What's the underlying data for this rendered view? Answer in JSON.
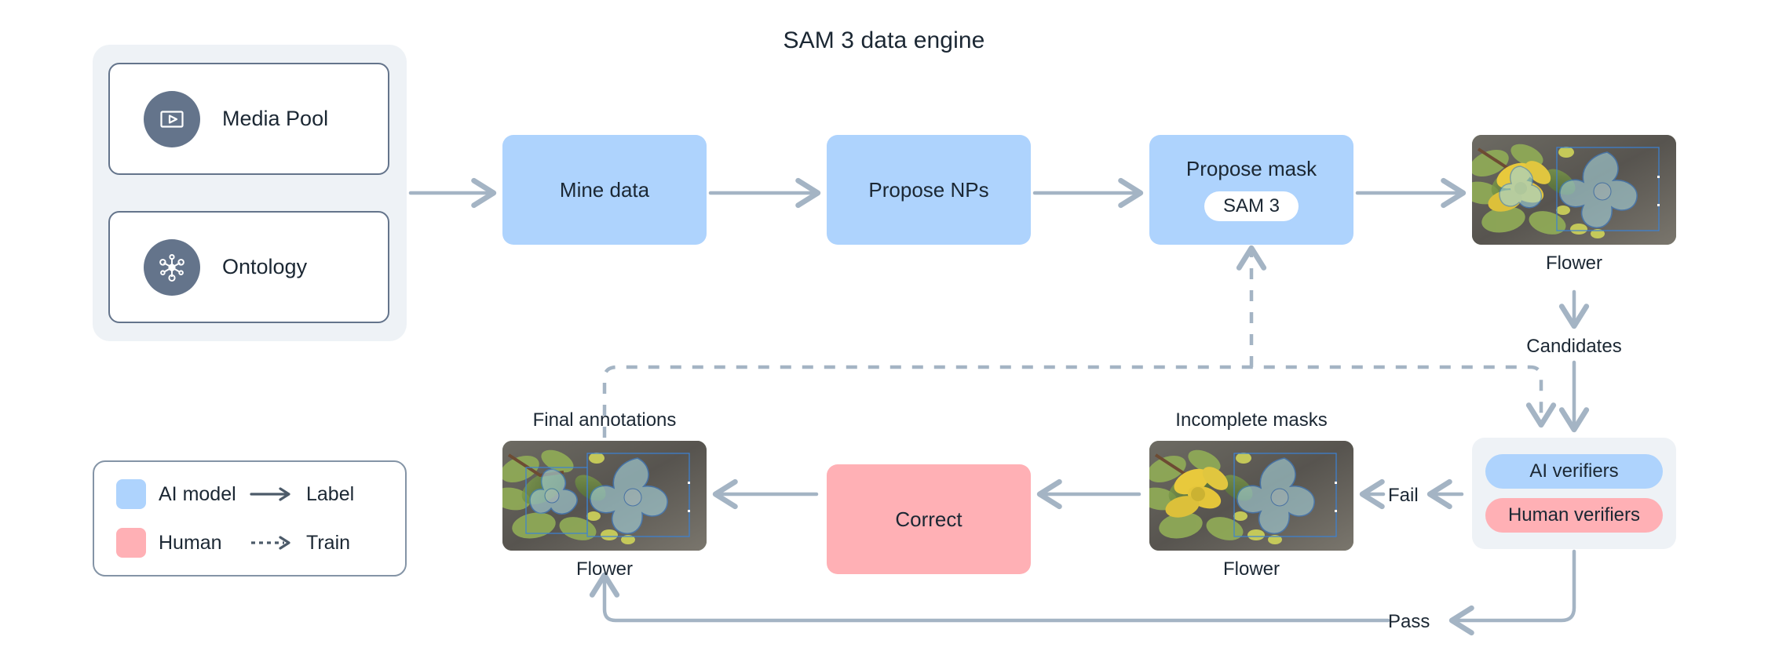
{
  "title": "SAM 3 data engine",
  "colors": {
    "ai_model": "#aed3fd",
    "human": "#ffb0b5",
    "panel_bg": "#eef2f6",
    "arrow": "#a4b4c4",
    "text": "#1b2733",
    "icon_circle": "#64748b"
  },
  "sources": {
    "items": [
      {
        "label": "Media Pool",
        "icon": "video-player-icon"
      },
      {
        "label": "Ontology",
        "icon": "network-graph-icon"
      }
    ]
  },
  "pipeline": {
    "mine_data": {
      "label": "Mine data",
      "kind": "ai_model"
    },
    "propose_nps": {
      "label": "Propose NPs",
      "kind": "ai_model"
    },
    "propose_mask": {
      "label": "Propose mask",
      "badge": "SAM 3",
      "kind": "ai_model"
    },
    "correct": {
      "label": "Correct",
      "kind": "human"
    }
  },
  "verifiers": {
    "ai": "AI verifiers",
    "human": "Human verifiers"
  },
  "images": {
    "candidates": {
      "caption": "Flower",
      "overlabel": ""
    },
    "incomplete": {
      "caption": "Flower",
      "overlabel": "Incomplete masks"
    },
    "final": {
      "caption": "Flower",
      "overlabel": "Final annotations"
    }
  },
  "edge_labels": {
    "candidates": "Candidates",
    "fail": "Fail",
    "pass": "Pass"
  },
  "legend": {
    "ai_model": "AI model",
    "human": "Human",
    "label": "Label",
    "train": "Train"
  }
}
